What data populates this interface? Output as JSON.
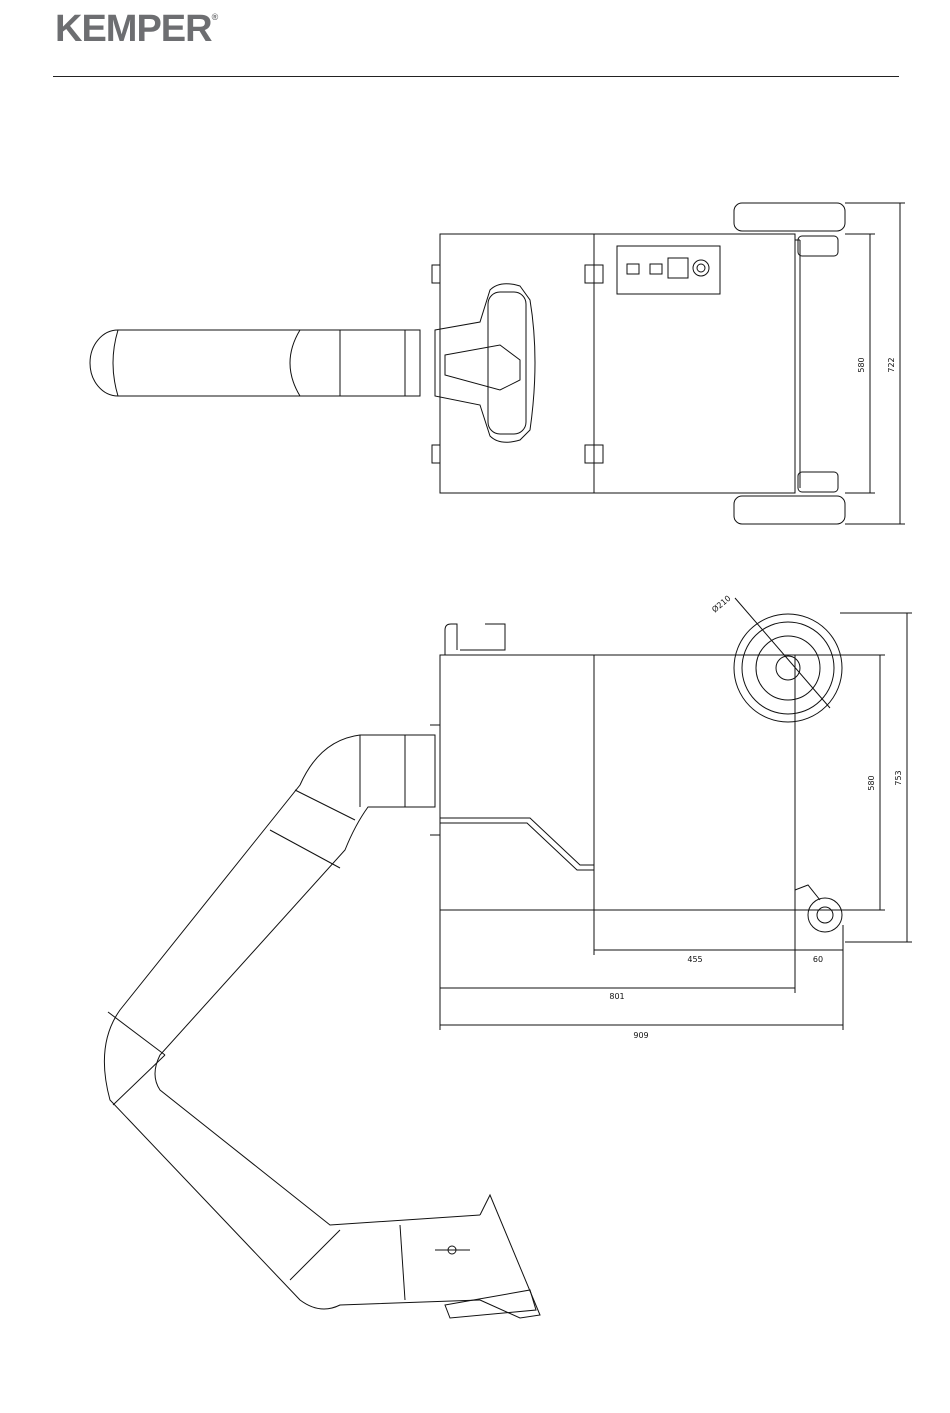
{
  "header": {
    "logo_text": "KEMPER",
    "logo_mark": "®"
  },
  "top_view": {
    "dim_width_inner": "580",
    "dim_width_total": "722"
  },
  "side_view": {
    "dim_wheel_diameter": "Ø210",
    "dim_height_body": "580",
    "dim_height_total": "753",
    "dim_base_length": "455",
    "dim_caster_offset": "60",
    "dim_body_length": "801",
    "dim_total_length": "909"
  },
  "colors": {
    "line": "#111111",
    "logo": "#6d6e71"
  }
}
